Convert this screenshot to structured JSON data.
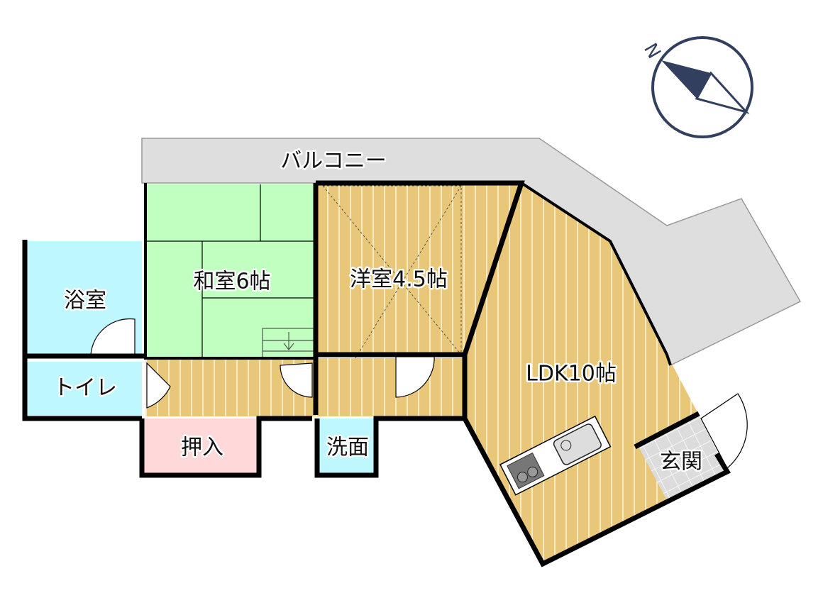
{
  "compass": {
    "label": "N",
    "color": "#323f5e"
  },
  "rooms": {
    "balcony": "バルコニー",
    "washitsu": "和室6帖",
    "youshitsu": "洋室4.5帖",
    "ldk": "LDK10帖",
    "bath": "浴室",
    "toilet": "トイレ",
    "closet": "押入",
    "washroom": "洗面",
    "entrance": "玄関"
  },
  "colors": {
    "tatami": "#c0ffbf",
    "wood": "#e8c878",
    "water": "#bff7ff",
    "closet": "#ffd9d9",
    "balcony": "#dedede",
    "wall": "#000000"
  }
}
